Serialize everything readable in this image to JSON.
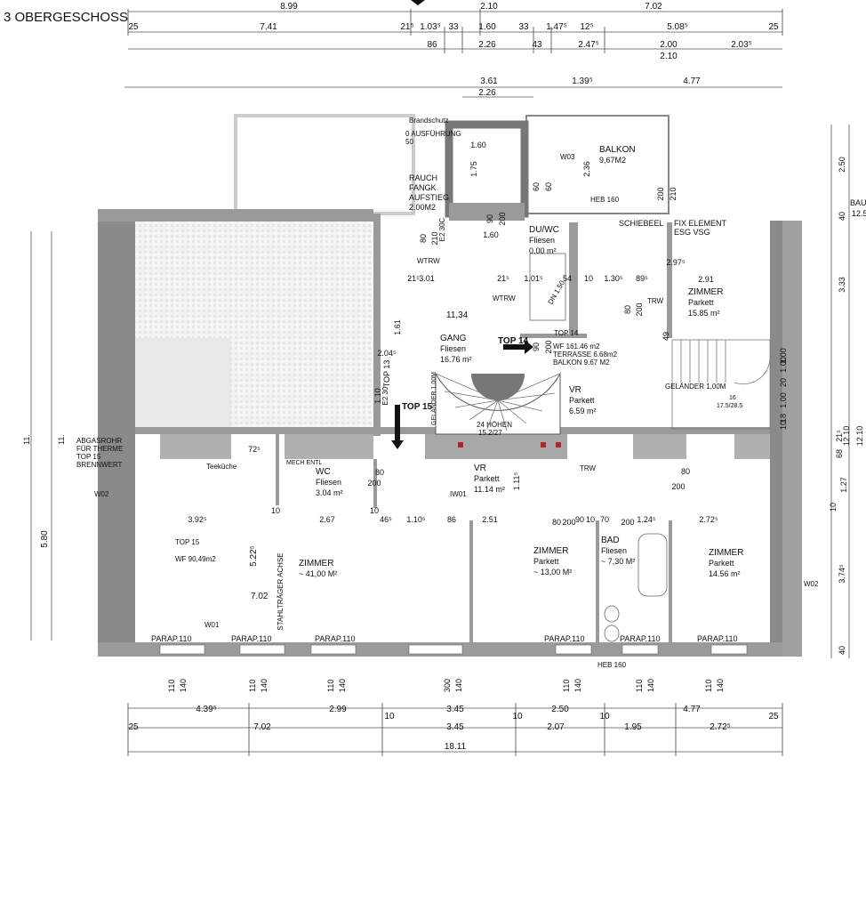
{
  "title": "3 OBERGESCHOSS",
  "dims_top": {
    "row1": [
      "8.99",
      "2.10",
      "7.02"
    ],
    "row2": [
      "25",
      "7.41",
      "21⁵",
      "1.03⁵",
      "33",
      "1.60",
      "33",
      "1.47⁵",
      "12⁵",
      "5.08⁵",
      "25"
    ],
    "row3": [
      "86",
      "2.26",
      "43",
      "2.47⁵",
      "2.00",
      "2.03⁵"
    ],
    "row3b": "2.10",
    "row4": [
      "3.61",
      "1.39⁵",
      "4.77"
    ],
    "row5": "2.26"
  },
  "dims_bottom": {
    "row1": [
      "4.39⁵",
      "2.99",
      "3.45",
      "2.50",
      "4.77"
    ],
    "row2": [
      "25",
      "7.02",
      "10",
      "3.45",
      "10",
      "2.07",
      "10",
      "1.95",
      "2.72⁵",
      "25"
    ],
    "row2b": [
      "10",
      "10",
      "10",
      "25"
    ],
    "total": "18.11",
    "openings": [
      "110",
      "140",
      "110",
      "140",
      "110",
      "140",
      "300",
      "140",
      "110",
      "140",
      "110",
      "140",
      "110",
      "140"
    ]
  },
  "dims_right": [
    "2.50",
    "40",
    "3.33",
    "12.10",
    "68",
    "21⁵",
    "1.27",
    "10",
    "3.74⁵",
    "40"
  ],
  "dims_right_extra": [
    "12.10",
    "BAU",
    "12.5"
  ],
  "dims_left": [
    "11.",
    "11.",
    "5.80"
  ],
  "rooms": [
    {
      "name": "BALKON",
      "area": "9,67M2"
    },
    {
      "name": "DU/WC",
      "floor": "Fliesen",
      "area": "0.00 m²"
    },
    {
      "name": "ZIMMER",
      "floor": "Parkett",
      "area": "15.85 m²"
    },
    {
      "name": "GANG",
      "floor": "Fliesen",
      "area": "16.76 m²"
    },
    {
      "name": "VR",
      "floor": "Parkett",
      "area": "6.59 m²"
    },
    {
      "name": "WC",
      "floor": "Fliesen",
      "area": "3.04 m²"
    },
    {
      "name": "VR",
      "floor": "Parkett",
      "area": "11.14 m²"
    },
    {
      "name": "ZIMMER",
      "area": "~ 41,00 M²"
    },
    {
      "name": "ZIMMER",
      "floor": "Parkett",
      "area": "~ 13,00 M²"
    },
    {
      "name": "BAD",
      "floor": "Fliesen",
      "area": "~ 7,30 M²"
    },
    {
      "name": "ZIMMER",
      "floor": "Parkett",
      "area": "14.56 m²"
    }
  ],
  "labels": {
    "brandschutz": "Brandschutz",
    "ausfuehrung": "0 AUSFÜHRUNG",
    "num50": "50",
    "rauch1": "RAUCH",
    "rauch2": "FANGK",
    "rauch3": "AUFSTIEG",
    "rauch4": "2.00M2",
    "w03": "W03",
    "heb160_top": "HEB 160",
    "schiebeel": "SCHIEBEEL",
    "fix1": "FIX ELEMENT",
    "fix2": "ESG VSG",
    "wtrw1": "WTRW",
    "wtrw2": "WTRW",
    "trw1": "TRW",
    "trw2": "TRW",
    "level": "11,34",
    "top14": "TOP 14",
    "wf14": "WF 161.46 m2",
    "terrasse": "TERRASSE 6.68m2",
    "balkon14": "BALKON 9.67 M2",
    "top14_arrow": "TOP 14",
    "top13": "TOP 13",
    "top15_arrow": "TOP 15",
    "gelaender_stair": "GELÄNDER 1.00M",
    "hoehen1": "24 HÖHEN",
    "hoehen2": "15.2/27",
    "gelaender_right": "GELÄNDER 1,00M",
    "stair_right1": "16",
    "stair_right2": "17.5/28.5",
    "abgas1": "ABGASROHR",
    "abgas2": "FÜR THERME",
    "abgas3": "TOP 15",
    "abgas4": "BRENNWERT",
    "teekueche": "Teeküche",
    "mech": "MECH ENTL",
    "w02_left": "W02",
    "w02_right": "W02",
    "iw01": "IW01",
    "w01": "W01",
    "top15_label": "TOP 15",
    "wf15_prefix": "WF",
    "wf15_value": "90,49",
    "wf15_unit": "m2",
    "stahltraeger": "STAHLTRÄGER ACHSE",
    "parap": "PARAP.110",
    "heb160_bottom": "HEB 160",
    "num702": "7.02",
    "num522": "5.22⁵",
    "num110": "1.10",
    "e230": "E2 30",
    "e230c": "E2 30C",
    "dn150": "DN 1.50"
  },
  "inner_dims": [
    "1.60",
    "1.75",
    "2.36",
    "60",
    "60",
    "200",
    "210",
    "90",
    "200",
    "1.60",
    "80",
    "210",
    "21⁵",
    "3.01",
    "21⁵",
    "1.01⁵",
    "54",
    "10",
    "1.30⁵",
    "89⁵",
    "2.91",
    "2.97⁵",
    "1.61",
    "2.04⁵",
    "80",
    "200",
    "90",
    "200",
    "49",
    "72⁵",
    "80",
    "200",
    "80",
    "200",
    "3.92⁵",
    "10",
    "2.67",
    "10",
    "46⁵",
    "1.10⁵",
    "86",
    "2.51",
    "80",
    "200",
    "90",
    "10",
    "70",
    "200",
    "1.24⁵",
    "2.72⁵",
    "1.11⁵",
    "1.00",
    "20",
    "1.00",
    "10",
    "18",
    "1.00"
  ]
}
